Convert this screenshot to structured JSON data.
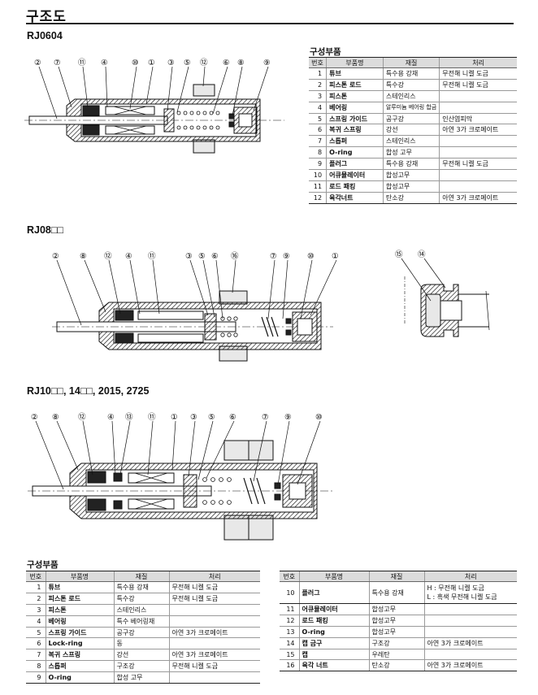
{
  "page": {
    "title": "구조도"
  },
  "models": {
    "m1": "RJ0604",
    "m2": "RJ08□□",
    "m3": "RJ10□□, 14□□, 2015, 2725"
  },
  "table1": {
    "title": "구성부품",
    "headers": [
      "번호",
      "부품명",
      "재질",
      "처리"
    ],
    "rows": [
      [
        "1",
        "튜브",
        "특수용 강재",
        "무전해 니켈 도금"
      ],
      [
        "2",
        "피스톤 로드",
        "특수강",
        "무전해 니켈 도금"
      ],
      [
        "3",
        "피스톤",
        "스테인리스",
        ""
      ],
      [
        "4",
        "베어링",
        "알루미늄 베어링 합금",
        ""
      ],
      [
        "5",
        "스프링 가이드",
        "공구강",
        "인산염피막"
      ],
      [
        "6",
        "복귀 스프링",
        "강선",
        "아연 3가 크로메이트"
      ],
      [
        "7",
        "스톱퍼",
        "스테인리스",
        ""
      ],
      [
        "8",
        "O-ring",
        "합성 고무",
        ""
      ],
      [
        "9",
        "플러그",
        "특수용 강재",
        "무전해 니켈 도금"
      ],
      [
        "10",
        "어큐뮬레이터",
        "합성고무",
        ""
      ],
      [
        "11",
        "로드 패킹",
        "합성고무",
        ""
      ],
      [
        "12",
        "육각너트",
        "탄소강",
        "아연 3가 크로메이트"
      ]
    ]
  },
  "table2": {
    "title": "구성부품",
    "headers": [
      "번호",
      "부품명",
      "재질",
      "처리"
    ],
    "rows": [
      [
        "1",
        "튜브",
        "특수용 강재",
        "무전해 니켈 도금"
      ],
      [
        "2",
        "피스톤 로드",
        "특수강",
        "무전해 니켈 도금"
      ],
      [
        "3",
        "피스톤",
        "스테인리스",
        ""
      ],
      [
        "4",
        "베어링",
        "특수 베어링재",
        ""
      ],
      [
        "5",
        "스프링 가이드",
        "공구강",
        "아연 3가 크로메이트"
      ],
      [
        "6",
        "Lock-ring",
        "동",
        ""
      ],
      [
        "7",
        "복귀 스프링",
        "강선",
        "아연 3가 크로메이트"
      ],
      [
        "8",
        "스톱퍼",
        "구조강",
        "무전해 니켈 도금"
      ],
      [
        "9",
        "O-ring",
        "합성 고무",
        ""
      ]
    ]
  },
  "table3": {
    "headers": [
      "번호",
      "부품명",
      "재질",
      "처리"
    ],
    "row10": {
      "no": "10",
      "name": "플러그",
      "material": "특수용 강재",
      "finish_h": "H : 무전해 니켈 도금",
      "finish_l": "L : 흑색 무전해 니켈 도금"
    },
    "rows": [
      [
        "11",
        "어큐뮬레이터",
        "합성고무",
        ""
      ],
      [
        "12",
        "로드 패킹",
        "합성고무",
        ""
      ],
      [
        "13",
        "O-ring",
        "합성고무",
        ""
      ],
      [
        "14",
        "캡 금구",
        "구조강",
        "아연 3가 크로메이트"
      ],
      [
        "15",
        "캡",
        "우레탄",
        ""
      ],
      [
        "16",
        "육각 너트",
        "탄소강",
        "아연 3가 크로메이트"
      ]
    ]
  },
  "callouts": {
    "d1": [
      "②",
      "⑦",
      "⑪",
      "④",
      "⑩",
      "①",
      "③",
      "⑤",
      "⑫",
      "⑥",
      "⑧",
      "⑨"
    ],
    "d2": [
      "②",
      "⑧",
      "⑫",
      "④",
      "⑪",
      "③",
      "⑤",
      "⑥",
      "⑯",
      "⑦",
      "⑨",
      "⑩",
      "①"
    ],
    "d2cap": [
      "⑮",
      "⑭"
    ],
    "d3": [
      "②",
      "⑧",
      "⑫",
      "④",
      "⑬",
      "⑪",
      "①",
      "③",
      "⑤",
      "⑥",
      "⑦",
      "⑨",
      "⑩"
    ]
  }
}
